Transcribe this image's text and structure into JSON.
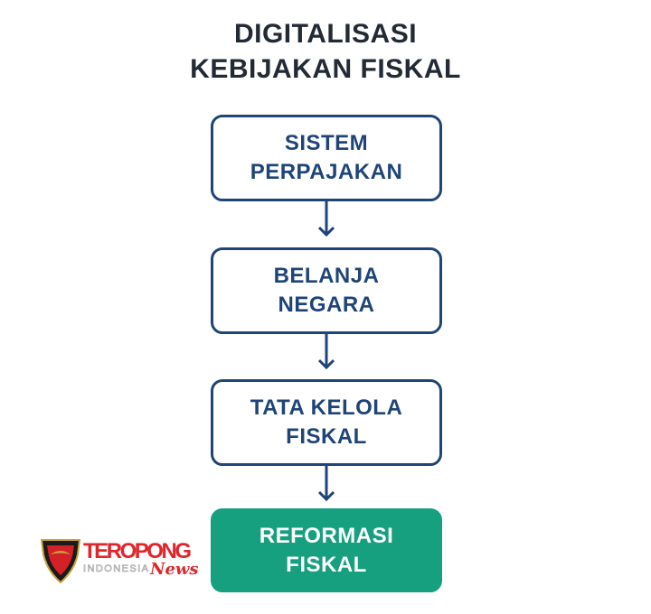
{
  "title": {
    "line1": "DIGITALISASI",
    "line2": "KEBIJAKAN FISKAL"
  },
  "steps": [
    {
      "line1": "SISTEM",
      "line2": "PERPAJAKAN"
    },
    {
      "line1": "BELANJA",
      "line2": "NEGARA"
    },
    {
      "line1": "TATA KELOLA",
      "line2": "FISKAL"
    },
    {
      "line1": "REFORMASI",
      "line2": "FISKAL"
    }
  ],
  "logo": {
    "brand": "TEROPONG",
    "sub": "INDONESIA",
    "script": "News"
  },
  "colors": {
    "primary": "#1e4478",
    "accent": "#16a07f",
    "title": "#222a35",
    "logo_red": "#e0262b"
  }
}
